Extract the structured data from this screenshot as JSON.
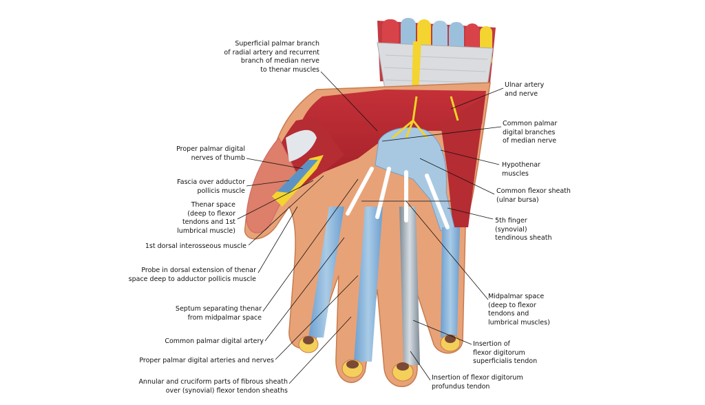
{
  "diagram": {
    "labels": {
      "superficial_palmar_branch": "Superficial palmar branch\nof radial artery and recurrent\nbranch of median nerve\nto thenar muscles",
      "proper_palmar_digital_thumb": "Proper palmar digital\nnerves of thumb",
      "fascia_adductor": "Fascia over adductor\npollicis muscle",
      "thenar_space": "Thenar space\n(deep to flexor\ntendons and 1st\nlumbrical muscle)",
      "first_dorsal_interosseous": "1st dorsal interosseous muscle",
      "probe": "Probe in dorsal extension of thenar\nspace deep to adductor pollicis muscle",
      "septum": "Septum separating thenar\nfrom midpalmar space",
      "common_palmar_digital_artery": "Common palmar digital artery",
      "proper_palmar_digital_arteries": "Proper palmar digital arteries and nerves",
      "annular_cruciform": "Annular and cruciform parts of fibrous sheath\nover (synovial) flexor tendon sheaths",
      "ulnar_artery": "Ulnar artery\nand nerve",
      "common_palmar_digital_branches": "Common palmar\ndigital branches\nof median nerve",
      "hypothenar": "Hypothenar\nmuscles",
      "common_flexor_sheath": "Common flexor sheath\n(ulnar bursa)",
      "fifth_finger_sheath": "5th finger\n(synovial)\ntendinous sheath",
      "midpalmar_space": "Midpalmar space\n(deep to flexor\ntendons and\nlumbrical muscles)",
      "insertion_superficialis": "Insertion of\nflexor digitorum\nsuperficialis tendon",
      "insertion_profundus": "Insertion of flexor digitorum\nprofundus tendon"
    },
    "colors": {
      "muscle": "#c8353b",
      "muscle_dark": "#9e1f27",
      "sheath": "#9fc3de",
      "sheath_dark": "#5d93c4",
      "skin": "#e9a97c",
      "fat": "#f3c54f",
      "retinaculum": "#d9dadc",
      "nerve": "#f2d42a"
    }
  }
}
